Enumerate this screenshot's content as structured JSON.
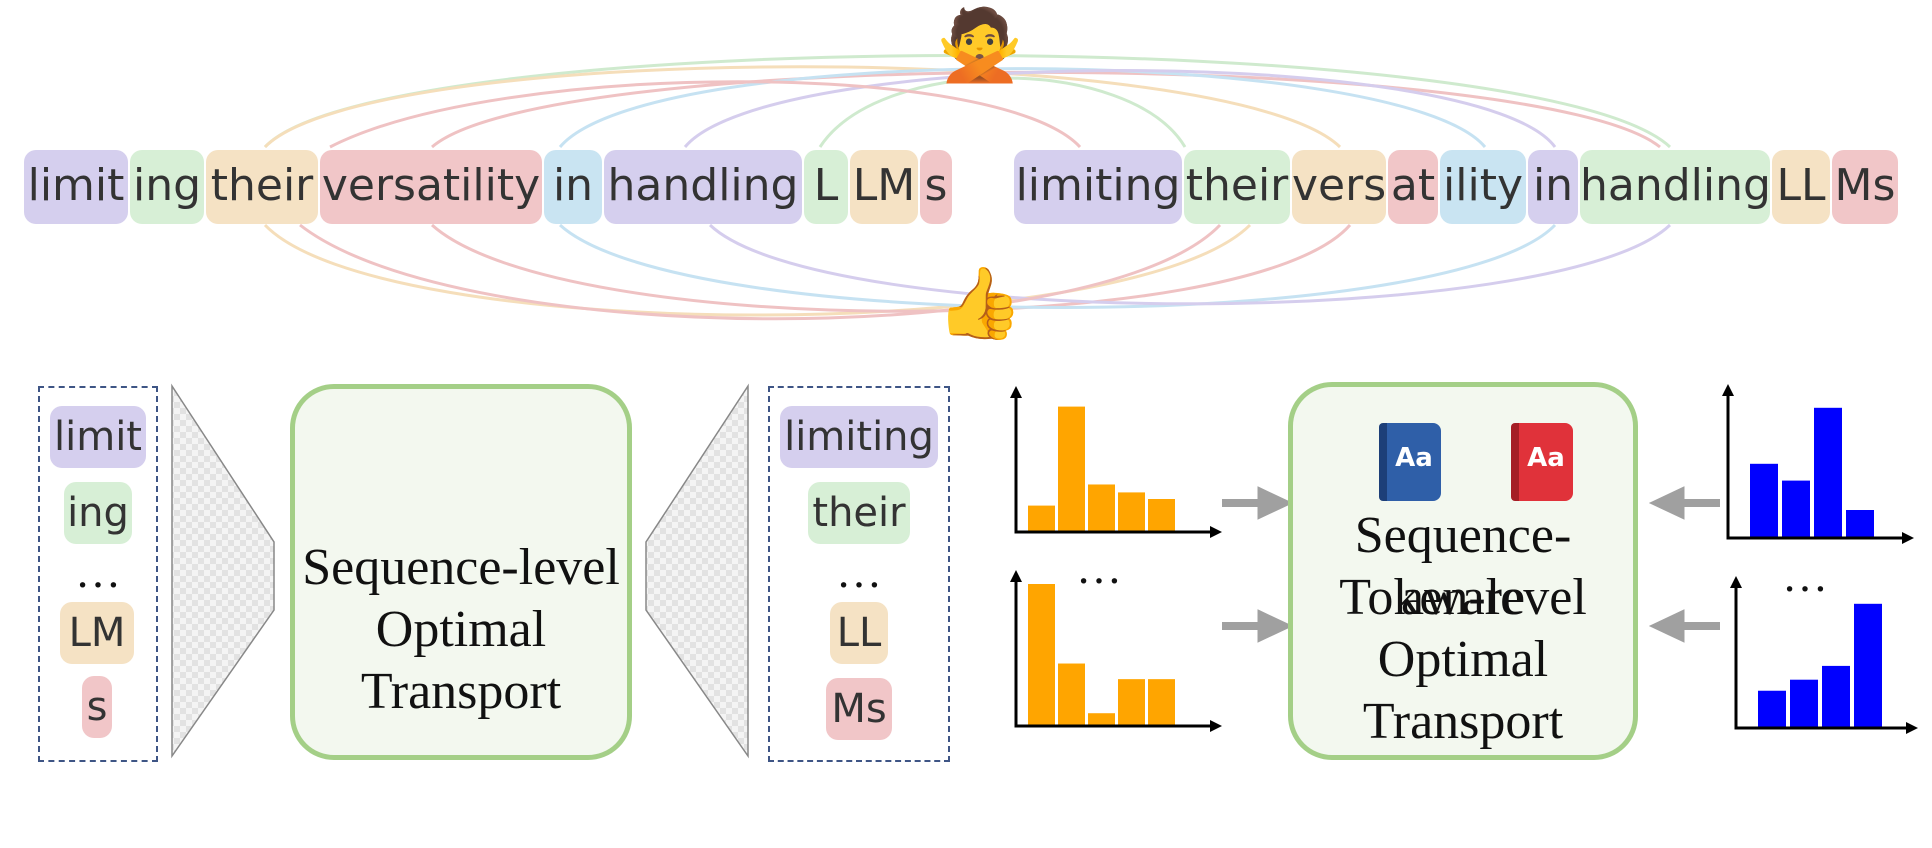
{
  "top_row": {
    "left_tokens": [
      "limit",
      "ing",
      "their",
      "versatility",
      "in",
      "handling",
      "L",
      "LM",
      "s"
    ],
    "right_tokens": [
      "limiting",
      "their",
      "vers",
      "at",
      "ility",
      "in",
      "handling",
      "LL",
      "Ms"
    ]
  },
  "icons": {
    "top": "person-gesturing-no-icon",
    "bottom": "thumbs-up-icon",
    "link": "link-icon",
    "tokenizer": "token-bars-icon"
  },
  "colors": {
    "purple": "#d5cfee",
    "green": "#d7efd6",
    "yellow": "#f5e2c4",
    "red": "#f1c6c8",
    "blue": "#c9e4f2",
    "panel_border": "#a4cf87",
    "panel_bg": "#f3f8ef",
    "orange_bars": "#ffa500",
    "blue_bars": "#0000ff",
    "arrow": "#a0a0a0"
  },
  "left_column": {
    "tokens": [
      "limit",
      "ing",
      "LM",
      "s"
    ],
    "ellipsis": "…"
  },
  "right_column": {
    "tokens": [
      "limiting",
      "their",
      "LL",
      "Ms"
    ],
    "ellipsis": "…"
  },
  "panel_sequence": {
    "lines": [
      "Sequence-level",
      "Optimal",
      "Transport"
    ]
  },
  "panel_token": {
    "lines": [
      "Sequence-aware",
      "Token-level",
      "Optimal",
      "Transport"
    ],
    "book_left": "Aa",
    "book_right": "Aa"
  },
  "charts_ellipsis": "…",
  "chart_data": [
    {
      "type": "bar",
      "name": "orange-top",
      "values": [
        2.0,
        9.5,
        3.6,
        3.0,
        2.5
      ],
      "ylim": [
        0,
        10
      ]
    },
    {
      "type": "bar",
      "name": "orange-bottom",
      "values": [
        10.0,
        4.4,
        0.9,
        3.3,
        3.3
      ],
      "ylim": [
        0,
        10
      ]
    },
    {
      "type": "bar",
      "name": "blue-top",
      "values": [
        5.3,
        4.1,
        9.3,
        2.0
      ],
      "ylim": [
        0,
        10
      ]
    },
    {
      "type": "bar",
      "name": "blue-bottom",
      "values": [
        2.7,
        3.5,
        4.5,
        9.0
      ],
      "ylim": [
        0,
        10
      ]
    }
  ]
}
